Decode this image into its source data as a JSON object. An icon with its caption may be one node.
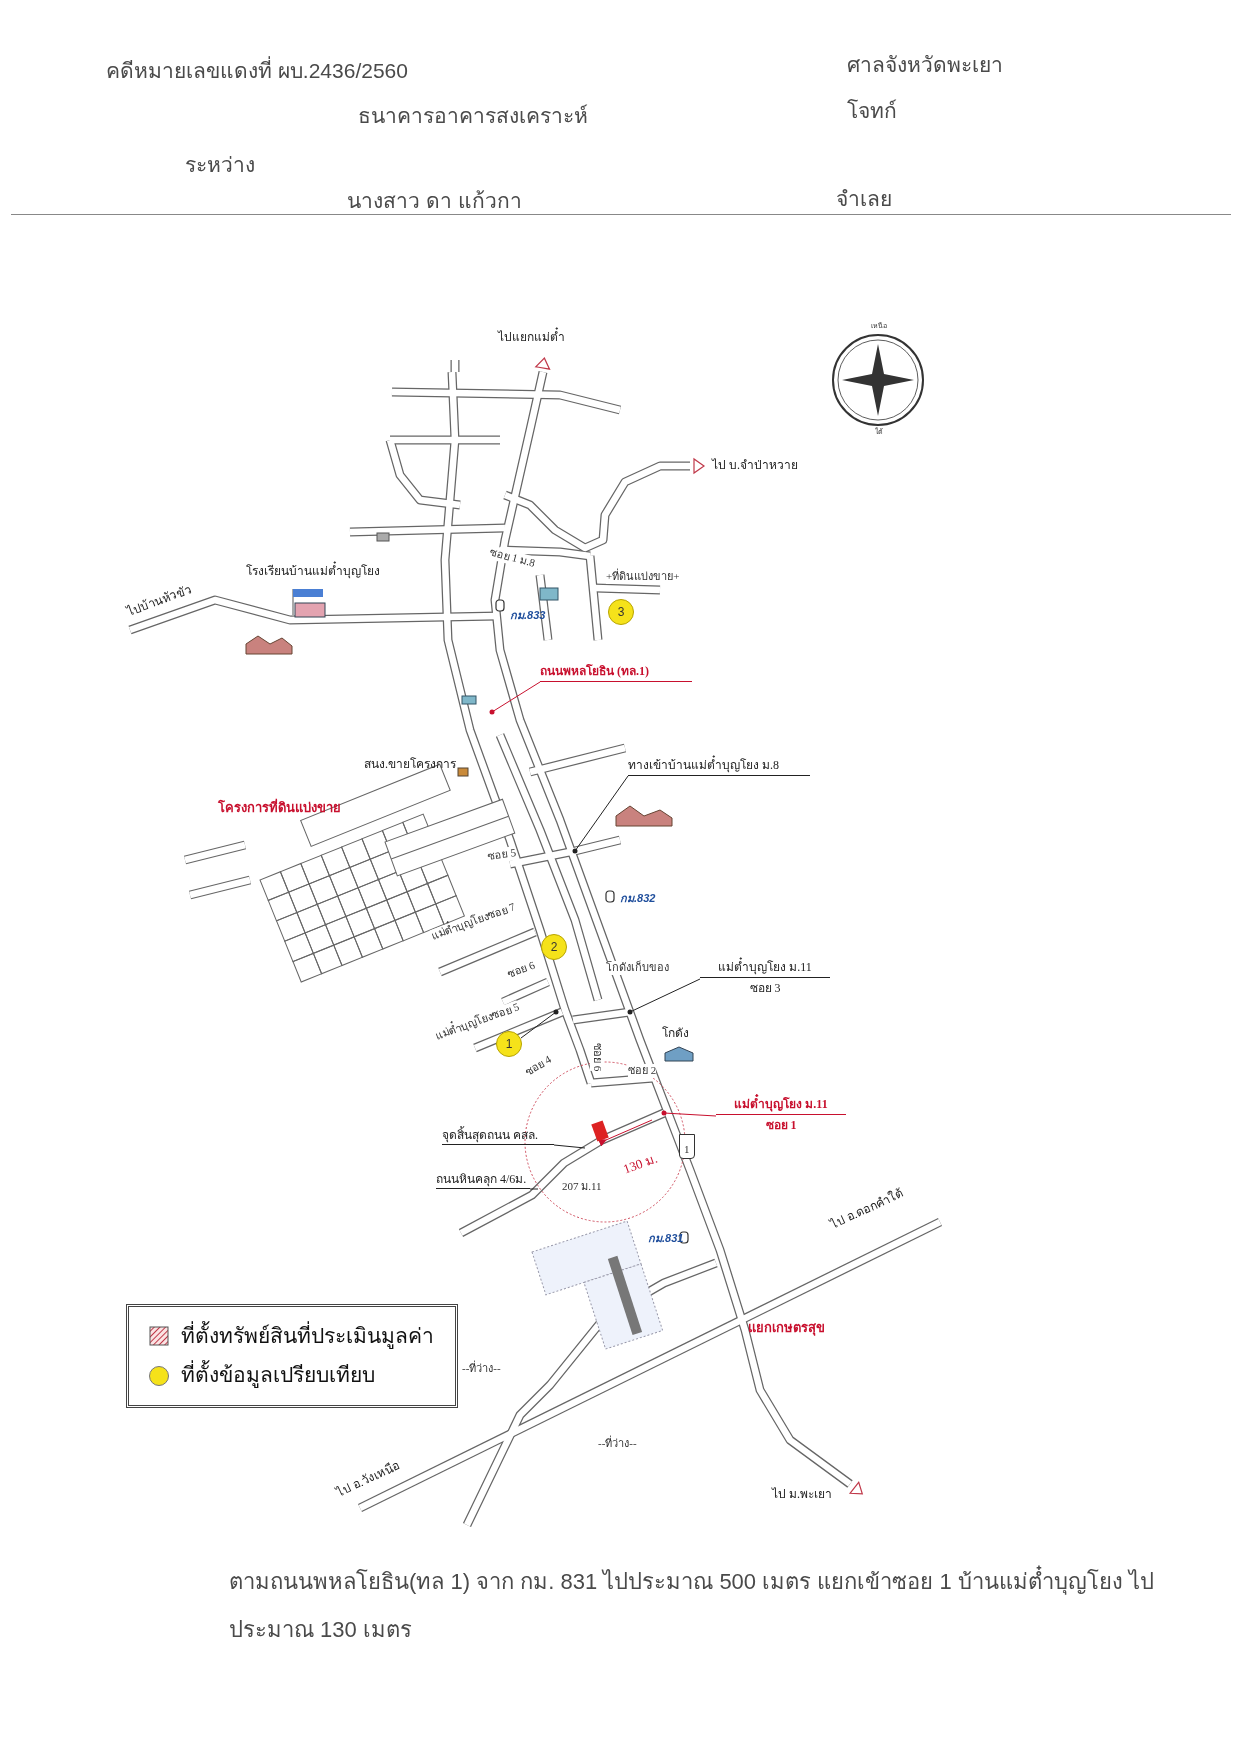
{
  "diagram": {
    "caption": "ตามถนนพหลโยธิน(ทล 1) จาก กม. 831 ไปประมาณ 500 เมตร แยกเข้าซอย 1 บ้านแม่ต๋ำบุญโยง ไปประมาณ 130 เมตร",
    "nodes": [
      {
        "text": [
          "1"
        ]
      },
      {
        "text": [
          "2"
        ]
      },
      {
        "text": [
          "3"
        ]
      },
      {
        "text": [
          "ถนนพหลโยธิน (ทล.1)"
        ]
      },
      {
        "text": [
          "ทางเข้าบ้านแม่ต๋ำบุญโยง ม.8"
        ]
      },
      {
        "text": [
          "แม่ต๋ำบุญโยง ม.11",
          "ซอย 3"
        ]
      },
      {
        "text": [
          "แม่ต๋ำบุญโยง ม.11",
          "ซอย 1"
        ]
      },
      {
        "text": [
          "จุดสิ้นสุดถนน คสล."
        ]
      },
      {
        "text": [
          "ถนนหินคลุก 4/6ม."
        ]
      }
    ],
    "edges": [
      {
        "from": 0,
        "to": null,
        "arrow": "other"
      },
      {
        "from": 3,
        "to": null,
        "arrow": "other",
        "color": "#c8102e"
      },
      {
        "from": 4,
        "to": null,
        "arrow": "other"
      },
      {
        "from": 5,
        "to": null,
        "arrow": "other"
      },
      {
        "from": 6,
        "to": null,
        "arrow": "other",
        "color": "#c8102e"
      },
      {
        "from": 7,
        "to": null,
        "arrow": "none"
      },
      {
        "from": 8,
        "to": null,
        "arrow": "none"
      }
    ],
    "labels": [
      "คดีหมายเลขแดงที่ ผบ.2436/2560",
      "ศาลจังหวัดพะเยา",
      "ธนาคารอาคารสงเคราะห์",
      "โจทก์",
      "ระหว่าง",
      "นางสาว ดา แก้วกา",
      "จำเลย",
      "ไปแยกแม่ต๋ำ",
      "เหนือ",
      "ใต้",
      "ไป บ.จำป่าหวาย",
      "ซอย 1 ม.8",
      "+ที่ดินแบ่งขาย+",
      "โรงเรียนบ้านแม่ต๋ำบุญโยง",
      "ไปบ้านหัวขัว",
      "กม.833",
      "สนง.ขายโครงการ",
      "โครงการที่ดินแบ่งขาย",
      "ซอย 5",
      "กม.832",
      "แม่ต๋ำบุญโยงซอย 7",
      "ซอย 6",
      "โกดังเก็บของ",
      "ซอย 6",
      "แม่ต๋ำบุญโยงซอย 5",
      "ซอย 4",
      "โกดัง",
      "ซอย 2",
      "130 ม.",
      "1",
      "207 ม.11",
      "กม.831",
      "ไป อ.ดอกคำใต้",
      "แยกเกษตรสุข",
      "--ที่ว่าง--",
      "--ที่ว่าง--",
      "ไป อ.วังเหนือ",
      "ไป ม.พะเยา"
    ],
    "legend": [
      {
        "text": "ที่ตั้งทรัพย์สินที่ประเมินมูลค่า"
      },
      {
        "text": "ที่ตั้งข้อมูลเปรียบเทียบ",
        "color": "#f5e21a"
      }
    ]
  }
}
